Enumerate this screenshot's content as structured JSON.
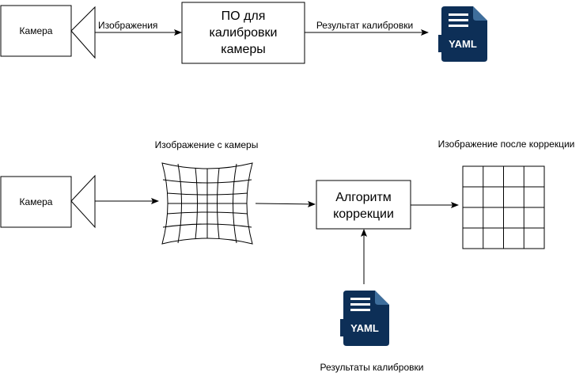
{
  "top_flow": {
    "camera_label": "Камера",
    "arrow1_label": "Изображения",
    "software_box_lines": [
      "ПО для",
      "калибровки",
      "камеры"
    ],
    "arrow2_label": "Результат калибровки",
    "file_badge": "YAML"
  },
  "bottom_flow": {
    "camera_label": "Камера",
    "distorted_image_label": "Изображение с камеры",
    "algorithm_box_lines": [
      "Алгоритм",
      "коррекции"
    ],
    "corrected_image_label": "Изображение после коррекции",
    "file_badge": "YAML",
    "file_label": "Результаты калибровки"
  },
  "colors": {
    "line": "#000000",
    "yaml_dark": "#0d2f57",
    "yaml_page": "#ffffff"
  },
  "icons": [
    "camera-lens-icon",
    "yaml-file-icon",
    "distorted-grid-icon",
    "corrected-grid-icon"
  ]
}
